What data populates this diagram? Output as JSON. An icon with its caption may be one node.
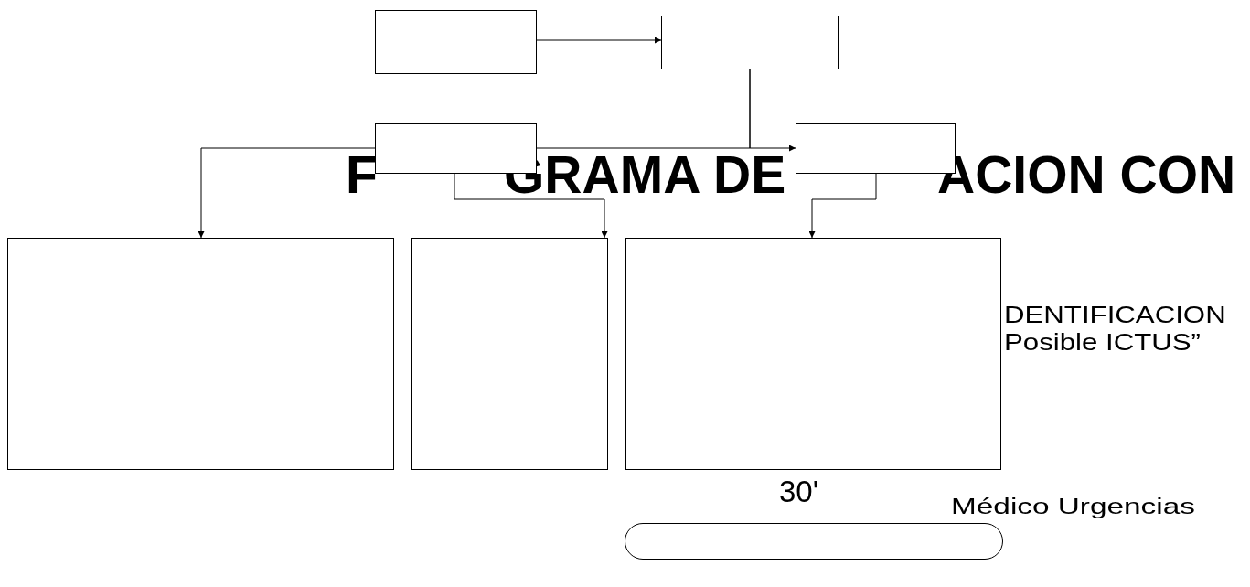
{
  "diagram": {
    "nodes": [
      {
        "text": [],
        "shape": "box"
      },
      {
        "text": [],
        "shape": "box"
      },
      {
        "text": [],
        "shape": "box"
      },
      {
        "text": [],
        "shape": "box"
      },
      {
        "text": [],
        "shape": "box"
      },
      {
        "text": [],
        "shape": "box"
      },
      {
        "text": [],
        "shape": "box"
      },
      {
        "text": [],
        "shape": "pill"
      }
    ],
    "edges": [
      {
        "from": 0,
        "to": 1,
        "arrow": "to"
      },
      {
        "from": 2,
        "to": 4,
        "arrow": "to"
      },
      {
        "from": 1,
        "to": 2,
        "arrow": "none"
      },
      {
        "from": 1,
        "to": 3,
        "arrow": "to"
      },
      {
        "from": 2,
        "to": 5,
        "arrow": "to"
      },
      {
        "from": 3,
        "to": 6,
        "arrow": "to"
      }
    ],
    "labels": [
      "F",
      "GRAMA DE",
      "ACION CON",
      "DENTIFICACION",
      "Posible ICTUS”",
      "30'",
      "Médico Urgencias"
    ]
  }
}
